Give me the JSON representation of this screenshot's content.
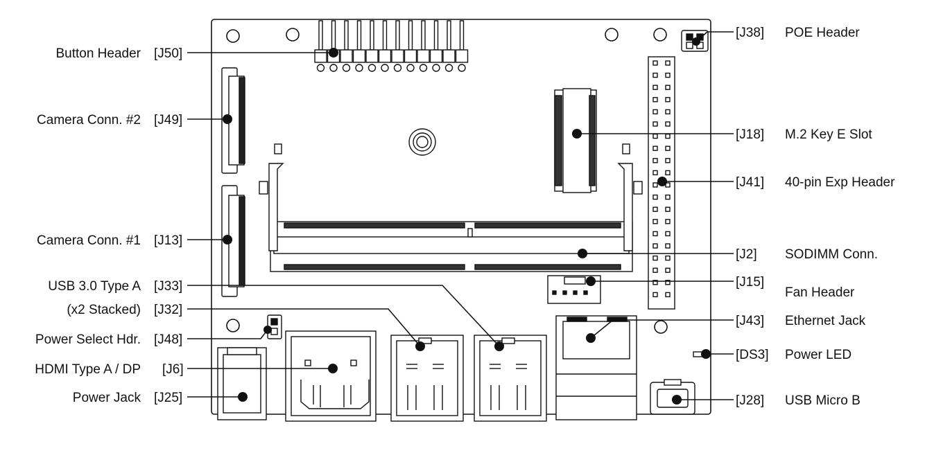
{
  "left_callouts": [
    {
      "id": "j50",
      "name": "Button Header",
      "ref": "[J50]"
    },
    {
      "id": "j49",
      "name": "Camera Conn. #2",
      "ref": "[J49]"
    },
    {
      "id": "j13",
      "name": "Camera Conn. #1",
      "ref": "[J13]"
    },
    {
      "id": "j33",
      "name": "USB 3.0 Type A",
      "ref": "[J33]"
    },
    {
      "id": "j32",
      "name": "(x2 Stacked)",
      "ref": "[J32]"
    },
    {
      "id": "j48",
      "name": "Power Select Hdr.",
      "ref": "[J48]"
    },
    {
      "id": "j6",
      "name": "HDMI Type A / DP",
      "ref": "[J6]"
    },
    {
      "id": "j25",
      "name": "Power Jack",
      "ref": "[J25]"
    }
  ],
  "right_callouts": [
    {
      "id": "j38",
      "ref": "[J38]",
      "name": "POE Header"
    },
    {
      "id": "j18",
      "ref": "[J18]",
      "name": "M.2 Key E Slot"
    },
    {
      "id": "j41",
      "ref": "[J41]",
      "name": "40-pin Exp Header"
    },
    {
      "id": "j2",
      "ref": "[J2]",
      "name": "SODIMM Conn."
    },
    {
      "id": "j15",
      "ref": "[J15]",
      "name": "Fan Header"
    },
    {
      "id": "j43",
      "ref": "[J43]",
      "name": "Ethernet Jack"
    },
    {
      "id": "ds3",
      "ref": "[DS3]",
      "name": "Power LED"
    },
    {
      "id": "j28",
      "ref": "[J28]",
      "name": "USB Micro B"
    }
  ],
  "colors": {
    "line": "#111111",
    "background": "#ffffff",
    "board": "#ffffff"
  }
}
